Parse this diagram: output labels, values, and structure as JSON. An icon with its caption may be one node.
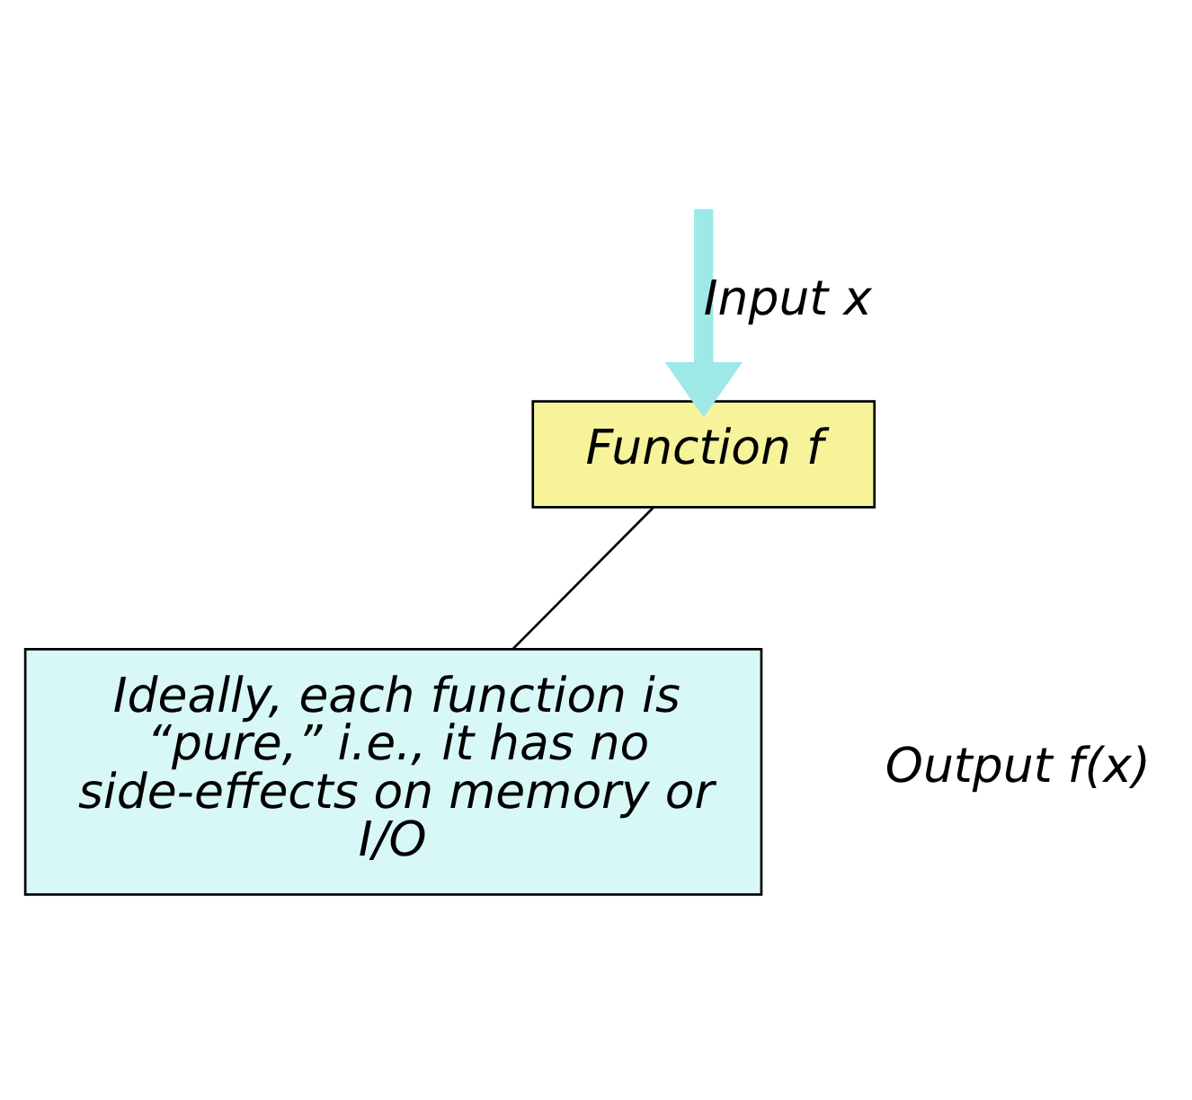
{
  "diagram": {
    "nodes": [
      {
        "text": [
          "Function f"
        ]
      },
      {
        "text": [
          "Ideally, each function is “pure,” i.e., it has no side-effects on memory or I/O"
        ]
      }
    ],
    "edges": [
      {
        "from": null,
        "to": 0,
        "arrow": "to",
        "label": "Input x",
        "style": "thick",
        "color": "#9ee8e6"
      },
      {
        "from": 1,
        "to": 0,
        "arrow": "none",
        "color": "#000000"
      }
    ],
    "labels": [
      "Output f(x)"
    ]
  }
}
